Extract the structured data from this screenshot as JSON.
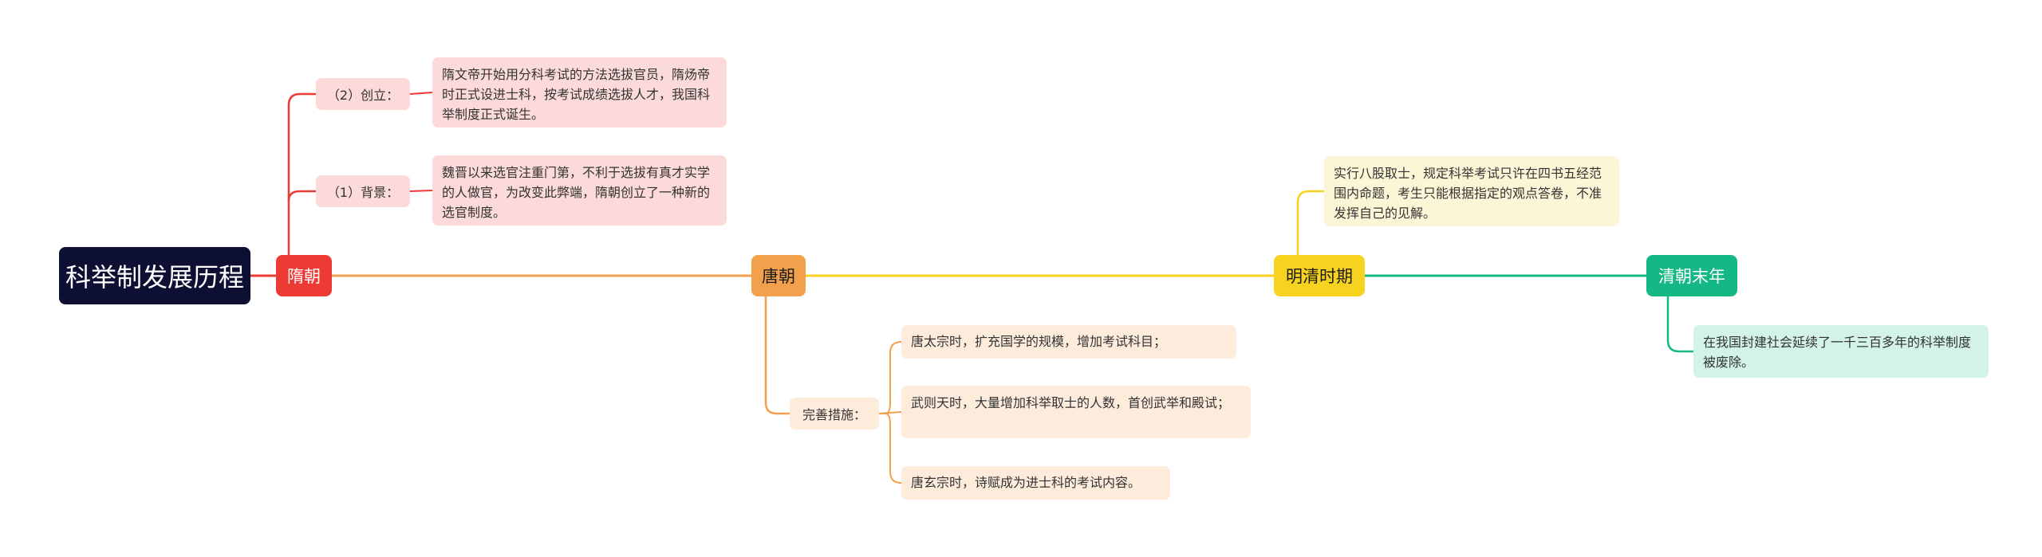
{
  "root": {
    "title": "科举制发展历程"
  },
  "eras": {
    "sui": {
      "label": "隋朝",
      "chuangli_label": "（2）创立：",
      "chuangli_text": "隋文帝开始用分科考试的方法选拔官员，隋炀帝时正式设进士科，按考试成绩选拔人才，我国科举制度正式诞生。",
      "beijing_label": "（1）背景：",
      "beijing_text": "魏晋以来选官注重门第，不利于选拔有真才实学的人做官，为改变此弊端，隋朝创立了一种新的选官制度。"
    },
    "tang": {
      "label": "唐朝",
      "measures_label": "完善措施：",
      "measures": [
        "唐太宗时，扩充国学的规模，增加考试科目；",
        "武则天时，大量增加科举取士的人数，首创武举和殿试；",
        "唐玄宗时，诗赋成为进士科的考试内容。"
      ]
    },
    "ming_qing": {
      "label": "明清时期",
      "text": "实行八股取士，规定科举考试只许在四书五经范围内命题，考生只能根据指定的观点答卷，不准发挥自己的见解。"
    },
    "qing_end": {
      "label": "清朝末年",
      "text": "在我国封建社会延续了一千三百多年的科举制度被废除。"
    }
  },
  "colors": {
    "root": "#0d0f33",
    "sui": "#ee3a35",
    "tang": "#f2a04b",
    "ming_qing": "#f7d21e",
    "qing_end": "#14b884",
    "sui_light": "#fcdada",
    "tang_light": "#fdebdc",
    "ming_qing_light": "#fdf6d6",
    "qing_end_light": "#d2f3e5"
  }
}
